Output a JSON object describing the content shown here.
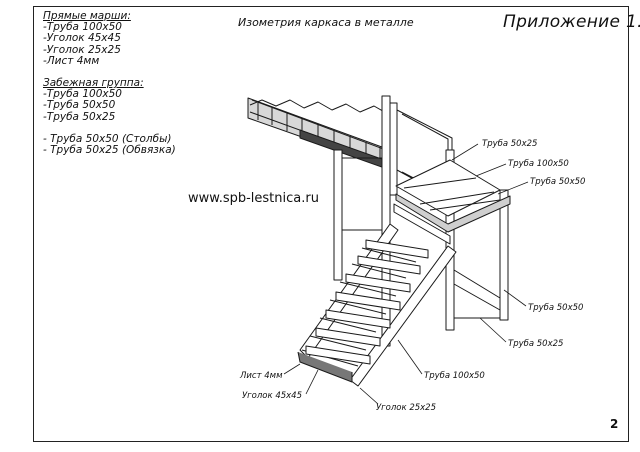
{
  "title": "Изометрия каркаса в металле",
  "appendix": "Приложение 1.",
  "spec": {
    "straight_heading": "Прямые марши:",
    "straight_items": [
      "-Труба 100х50",
      "-Уголок 45х45",
      "-Уголок 25х25",
      "-Лист 4мм"
    ],
    "winder_heading": "Забежная группа:",
    "winder_items": [
      "-Труба 100х50",
      "-Труба 50х50",
      "-Труба 50х25"
    ],
    "extra_items": [
      "-  Труба 50х50 (Столбы)",
      "-  Труба 50х25 (Обвязка)"
    ]
  },
  "website": "www.spb-lestnica.ru",
  "page_number": "2",
  "callouts": [
    "Труба 50х25",
    "Труба 100х50",
    "Труба 50х50",
    "Труба 50х50",
    "Труба 50х25",
    "Лист 4мм",
    "Уголок 45х45",
    "Труба 100х50",
    "Уголок 25х25"
  ]
}
